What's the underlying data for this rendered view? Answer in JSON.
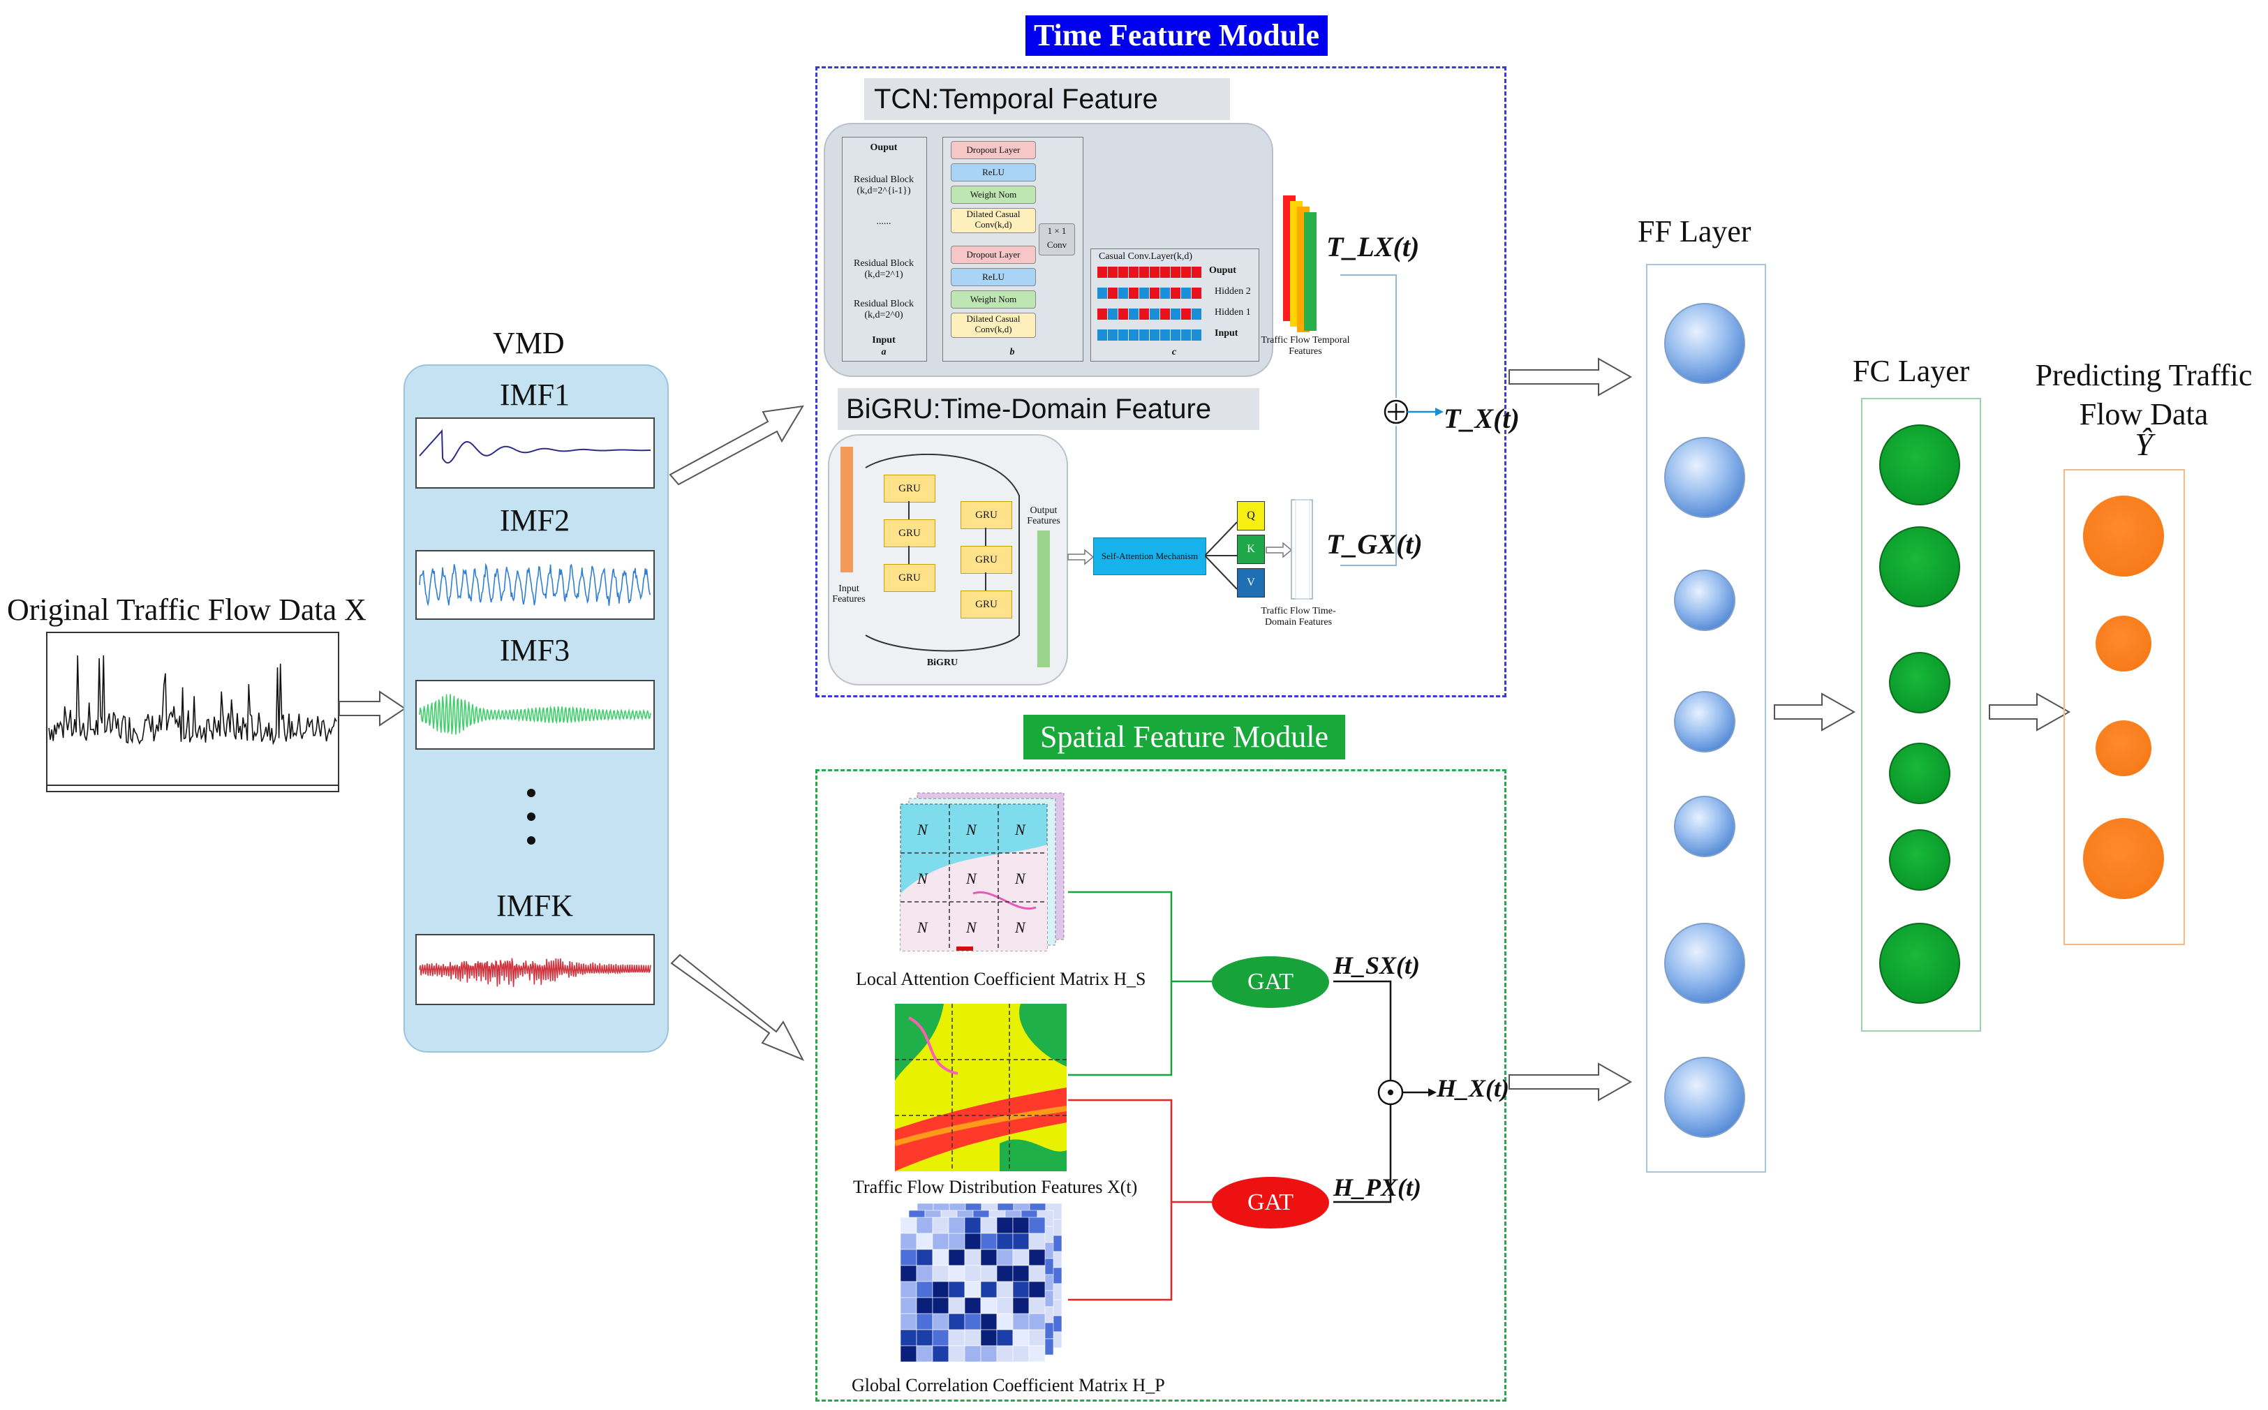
{
  "left": {
    "original_label": "Original Traffic Flow Data X"
  },
  "vmd": {
    "title": "VMD",
    "imfs": [
      {
        "label": "IMF1",
        "color": "#2b2b8a"
      },
      {
        "label": "IMF2",
        "color": "#2f7fd6"
      },
      {
        "label": "IMF3",
        "color": "#3fcf6a"
      },
      {
        "label": "IMFK",
        "color": "#d0343f"
      }
    ]
  },
  "time_module": {
    "title": "Time Feature Module",
    "title_bg": "#0000ee",
    "tcn": {
      "title": "TCN:Temporal Feature",
      "col_a": {
        "output": "Ouput",
        "rb_top": "Residual Block",
        "rb_top_sub": "(k,d=2^{i-1})",
        "dots": "......",
        "rb_mid": "Residual Block",
        "rb_mid_sub": "(k,d=2^1)",
        "rb_low": "Residual Block",
        "rb_low_sub": "(k,d=2^0)",
        "input": "Input",
        "letter": "a"
      },
      "col_b": {
        "blocks_upper": [
          "Dropout Layer",
          "ReLU",
          "Weight Nom",
          "Dilated Casual Conv(k,d)"
        ],
        "blocks_lower": [
          "Dropout Layer",
          "ReLU",
          "Weight Nom",
          "Dilated Casual Conv(k,d)"
        ],
        "conv": "1 × 1 Conv",
        "letter": "b"
      },
      "col_c": {
        "title": "Casual Conv.Layer(k,d)",
        "output": "Ouput",
        "hidden2": "Hidden 2",
        "hidden1": "Hidden 1",
        "input": "Input",
        "letter": "c"
      },
      "stack_label": "Traffic Flow Temporal Features",
      "out_label": "T_LX(t)"
    },
    "bigru": {
      "title": "BiGRU:Time-Domain Feature",
      "gru_label": "GRU",
      "input_label": "Input Features",
      "output_label": "Output Features",
      "name": "BiGRU",
      "attention": "Self-Attention Mechanism",
      "q": "Q",
      "k": "K",
      "v": "V",
      "stack_label": "Traffic Flow Time-Domain Features",
      "out_label": "T_GX(t)"
    },
    "sum_label": "T_X(t)"
  },
  "spatial_module": {
    "title": "Spatial Feature Module",
    "title_bg": "#19a83a",
    "local_label": "Local Attention Coefficient Matrix H_S",
    "dist_label": "Traffic Flow Distribution Features X(t)",
    "global_label": "Global Correlation Coefficient Matrix H_P",
    "gat1": "GAT",
    "gat2": "GAT",
    "gat1_color": "#17a23a",
    "gat2_color": "#ee1111",
    "hsx": "H_SX(t)",
    "hpx": "H_PX(t)",
    "hx": "H_X(t)"
  },
  "ff_layer": {
    "title": "FF Layer"
  },
  "fc_layer": {
    "title": "FC Layer"
  },
  "pred": {
    "title_line1": "Predicting Traffic",
    "title_line2": "Flow Data",
    "yhat": "Ŷ"
  }
}
